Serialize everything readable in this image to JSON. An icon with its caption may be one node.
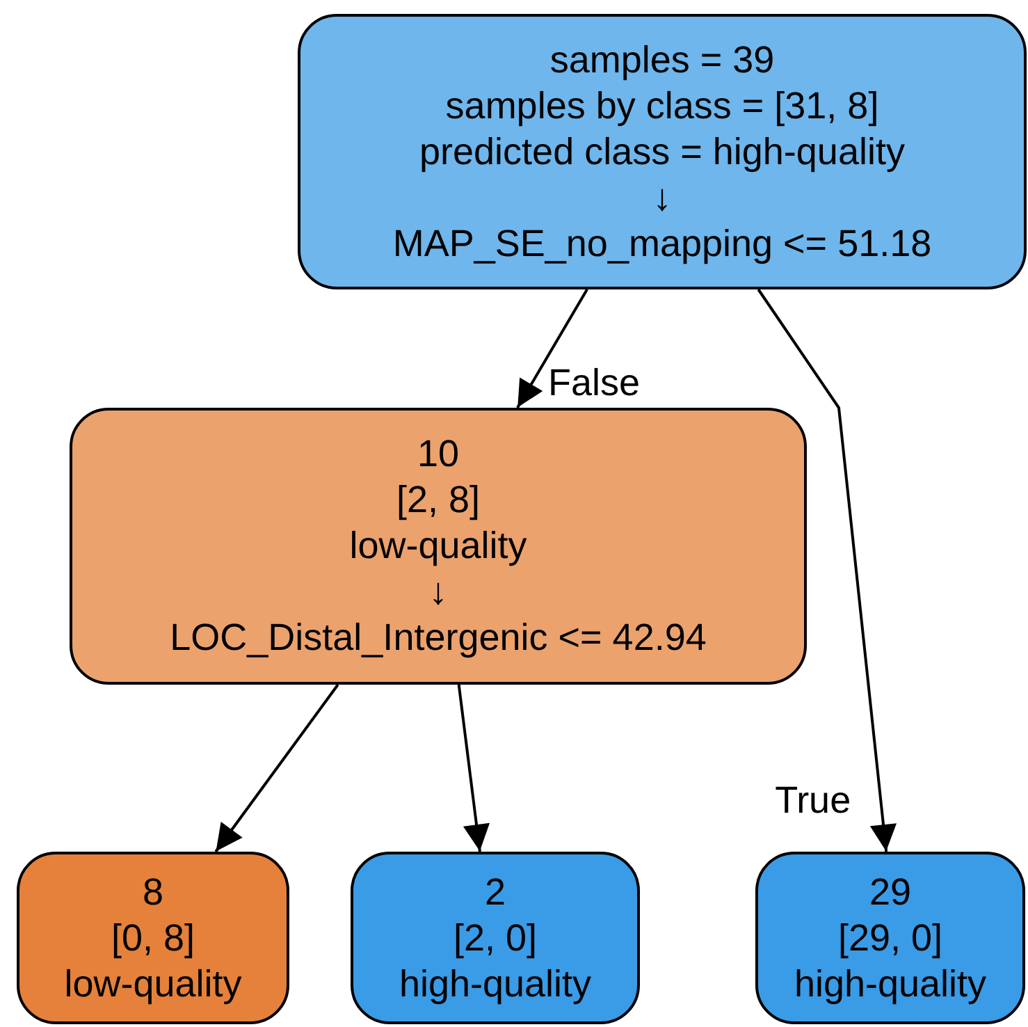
{
  "diagram": {
    "nodes": [
      {
        "text": [
          "samples = 39",
          "samples by class = [31, 8]",
          "predicted class = high-quality",
          "↓",
          "MAP_SE_no_mapping <= 51.18"
        ]
      },
      {
        "text": [
          "10",
          "[2, 8]",
          "low-quality",
          "↓",
          "LOC_Distal_Intergenic <= 42.94"
        ]
      },
      {
        "text": [
          "8",
          "[0, 8]",
          "low-quality"
        ]
      },
      {
        "text": [
          "2",
          "[2, 0]",
          "high-quality"
        ]
      },
      {
        "text": [
          "29",
          "[29, 0]",
          "high-quality"
        ]
      }
    ],
    "edges": [
      {
        "from": 0,
        "to": 1,
        "arrow": "to",
        "label": "False"
      },
      {
        "from": 0,
        "to": 4,
        "arrow": "to",
        "label": "True"
      },
      {
        "from": 1,
        "to": 2,
        "arrow": "to"
      },
      {
        "from": 1,
        "to": 3,
        "arrow": "to"
      }
    ]
  }
}
